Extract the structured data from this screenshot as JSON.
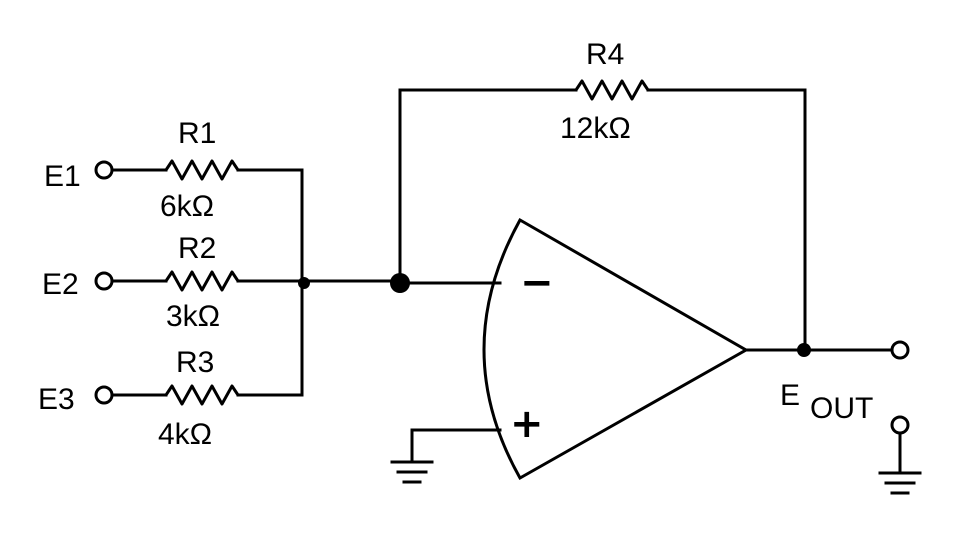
{
  "inputs": [
    {
      "name": "E1"
    },
    {
      "name": "E2"
    },
    {
      "name": "E3"
    }
  ],
  "resistors": [
    {
      "name": "R1",
      "value": "6kΩ"
    },
    {
      "name": "R2",
      "value": "3kΩ"
    },
    {
      "name": "R3",
      "value": "4kΩ"
    },
    {
      "name": "R4",
      "value": "12kΩ"
    }
  ],
  "opamp": {
    "inverting_sign": "−",
    "noninverting_sign": "+"
  },
  "output": {
    "label_main": "E",
    "label_sub": "OUT"
  }
}
